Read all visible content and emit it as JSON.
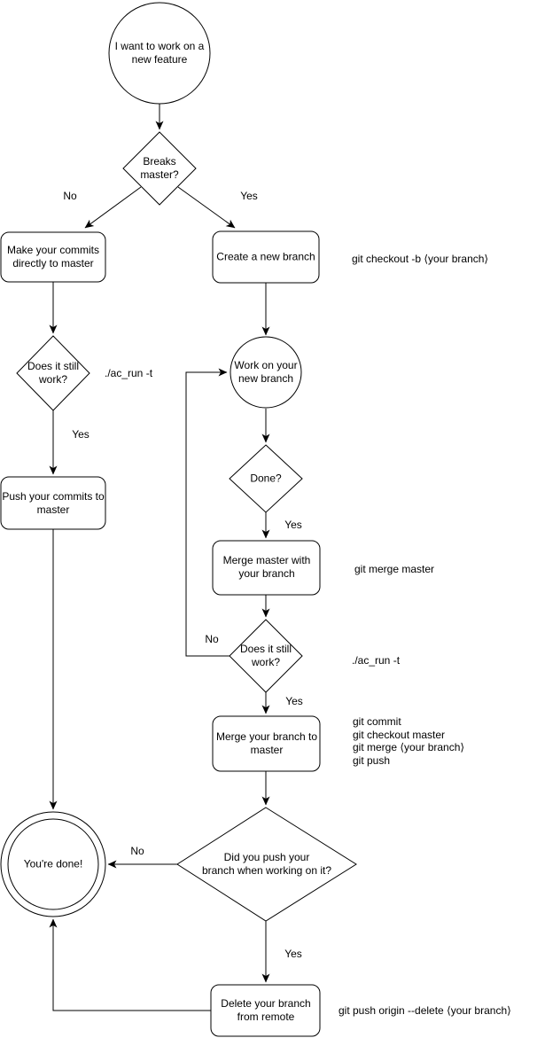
{
  "nodes": {
    "start": "I want to work on a\nnew feature",
    "breaks_master": "Breaks\nmaster?",
    "make_commits": "Make your commits\ndirectly to master",
    "create_branch": "Create a new branch",
    "still_work_left": "Does it still\nwork?",
    "push_commits": "Push your commits to\nmaster",
    "work_branch": "Work on your\nnew branch",
    "done": "Done?",
    "merge_master": "Merge master with\nyour branch",
    "still_work_right": "Does it still\nwork?",
    "merge_branch": "Merge your branch to\nmaster",
    "did_push": "Did you push your\nbranch when working on it?",
    "youre_done": "You're done!",
    "delete_remote": "Delete your branch\nfrom remote"
  },
  "edge_labels": {
    "breaks_no": "No",
    "breaks_yes": "Yes",
    "still_work_left_yes": "Yes",
    "done_yes": "Yes",
    "still_work_right_no": "No",
    "still_work_right_yes": "Yes",
    "did_push_no": "No",
    "did_push_yes": "Yes"
  },
  "notes": {
    "create_branch_cmd": "git checkout -b ⟨your branch⟩",
    "still_work_left_cmd": "./ac_run -t",
    "merge_master_cmd": "git merge master",
    "still_work_right_cmd": "./ac_run -t",
    "merge_branch_cmds": "git commit\ngit checkout master\ngit merge ⟨your branch⟩\ngit push",
    "delete_remote_cmd": "git push origin --delete ⟨your branch⟩"
  },
  "colors": {
    "stroke": "#000000",
    "fill": "#ffffff",
    "text": "#000000"
  }
}
